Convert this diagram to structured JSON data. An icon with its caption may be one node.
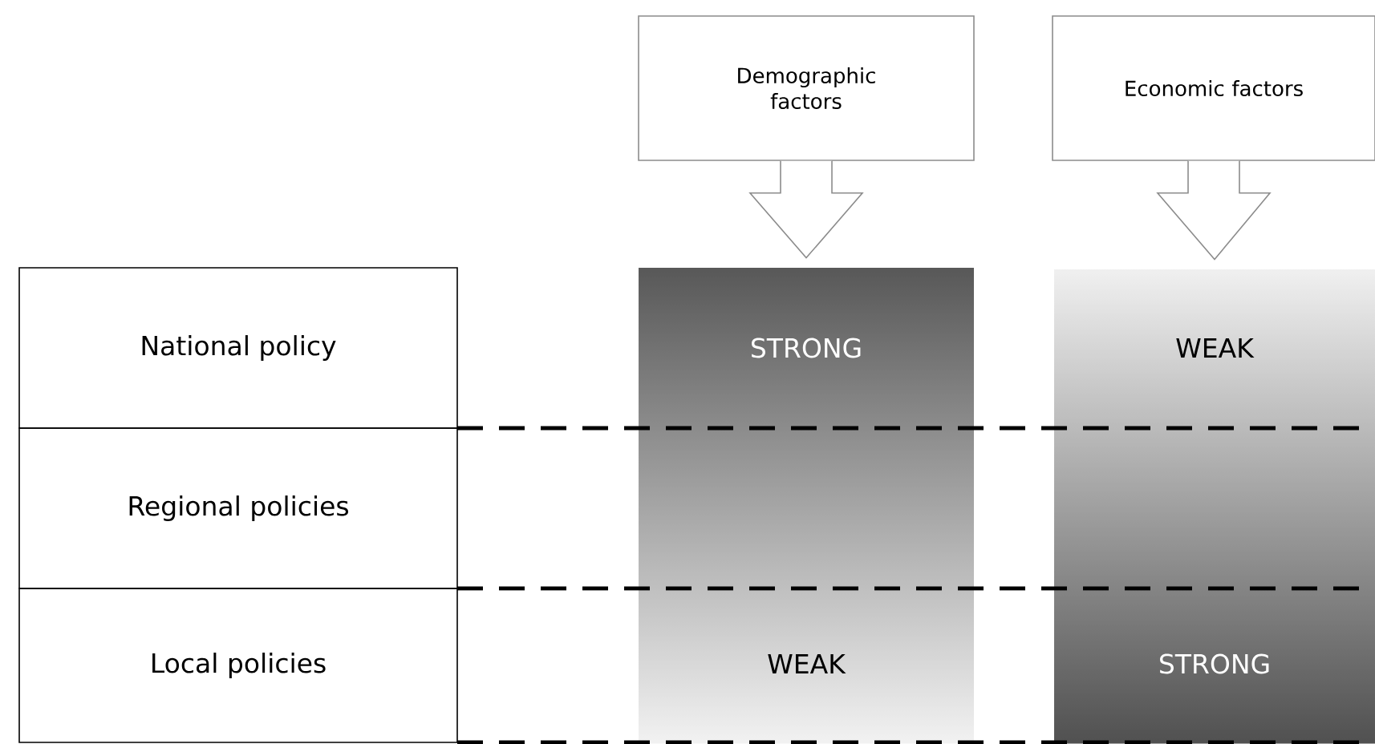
{
  "diagram": {
    "nodes": [
      {
        "text": [
          "Demographic factors"
        ]
      },
      {
        "text": [
          "Economic factors"
        ]
      },
      {
        "text": [
          "National policy"
        ]
      },
      {
        "text": [
          "Regional policies"
        ]
      },
      {
        "text": [
          "Local policies"
        ]
      },
      {
        "text": [
          "STRONG",
          "WEAK"
        ]
      },
      {
        "text": [
          "WEAK",
          "STRONG"
        ]
      }
    ],
    "edges": [
      {
        "from": 0,
        "to": 5,
        "arrow": "to"
      },
      {
        "from": 1,
        "to": 6,
        "arrow": "to"
      }
    ]
  }
}
